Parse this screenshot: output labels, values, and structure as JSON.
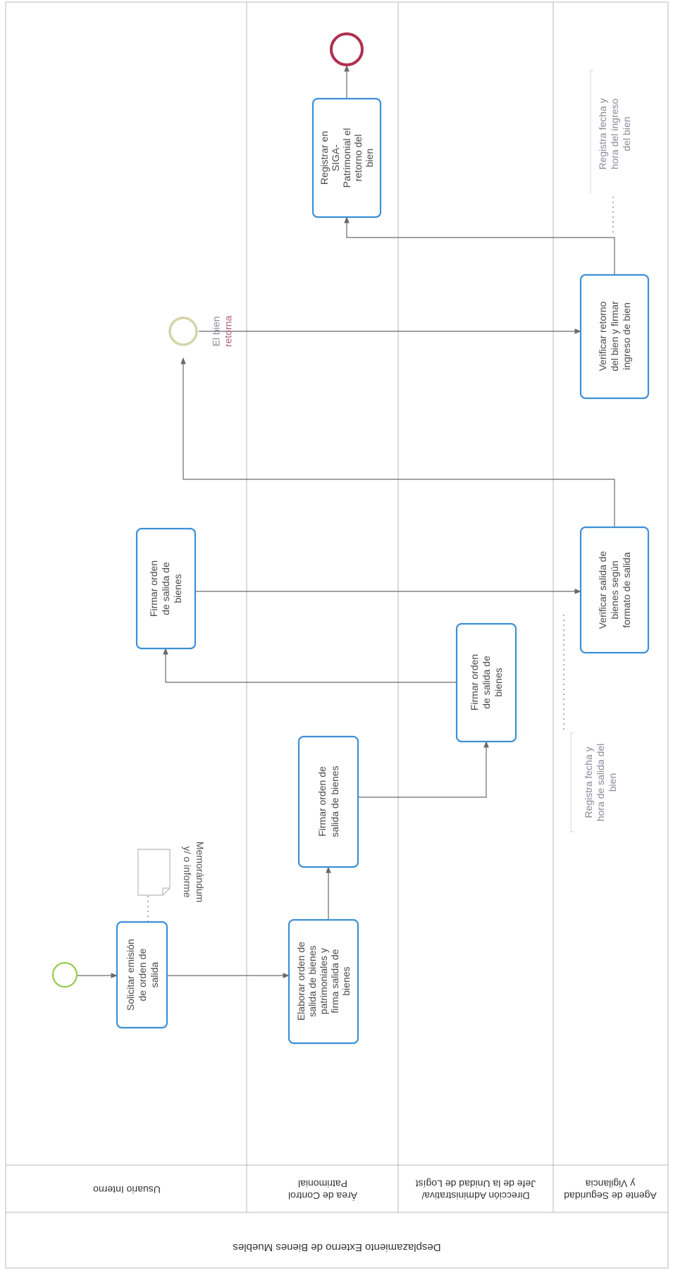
{
  "pool": {
    "title": "Desplazamiento Externo de Bienes Muebles"
  },
  "lanes": [
    {
      "label_lines": [
        "Usuario Interno"
      ]
    },
    {
      "label_lines": [
        "Área de Control",
        "Patrimonial"
      ]
    },
    {
      "label_lines": [
        "Dirección Administrativa/",
        "Jefe de la Unidad de Logíst"
      ]
    },
    {
      "label_lines": [
        "Agente de Seguridad",
        "y Vigilancia"
      ]
    }
  ],
  "tasks": {
    "solicitar": [
      "Solicitar emisión",
      "de orden de",
      "salida"
    ],
    "elaborar": [
      "Elaborar orden de",
      "salida de bienes",
      "patrimoniales y",
      "firma salida de",
      "bienes"
    ],
    "firmar_control": [
      "Firmar orden de",
      "salida de bienes"
    ],
    "firmar_direccion": [
      "Firmar orden",
      "de salida de",
      "bienes"
    ],
    "firmar_usuario": [
      "Firmar orden",
      "de salida de",
      "bienes"
    ],
    "verificar_salida": [
      "Verificar salida de",
      "bienes según",
      "formato de salida"
    ],
    "verificar_retorno": [
      "Verificar retorno",
      "del bien y firmar",
      "ingreso de bien"
    ],
    "registrar_siga": [
      "Registrar en",
      "SIGA-",
      "Patrimonial el",
      "retorno del",
      "bien"
    ]
  },
  "annotations": {
    "salida": [
      "Registra fecha y",
      "hora de salida del",
      "bien"
    ],
    "ingreso": [
      "Registra fecha y",
      "hora del ingreso",
      "del bien"
    ]
  },
  "data_object": {
    "label_lines": [
      "Memorándum",
      "y/ o informe"
    ]
  },
  "events": {
    "bien_retorna": [
      "El bien",
      "retorna"
    ]
  },
  "colors": {
    "task_border": "#3d8fd6",
    "start_event": "#8dc63f",
    "intermediate_event": "#d4d4a8",
    "end_event": "#b03050"
  }
}
